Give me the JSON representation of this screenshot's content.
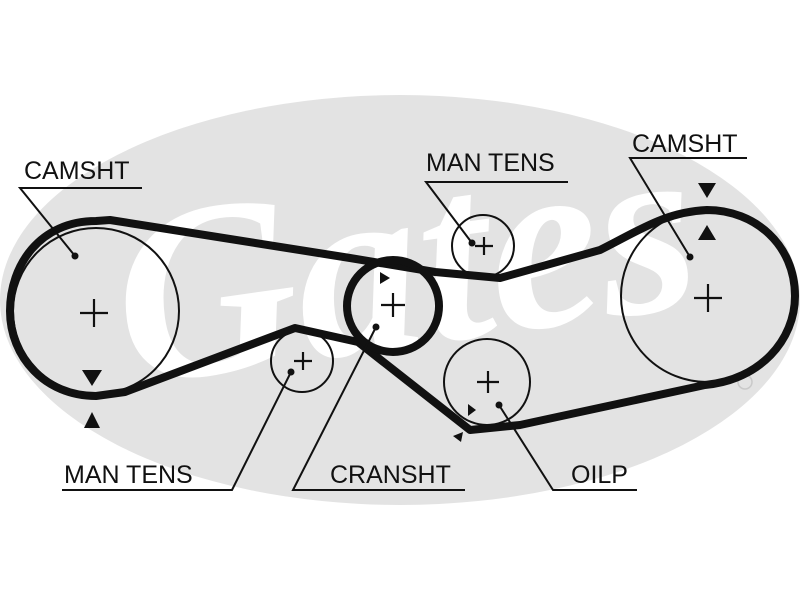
{
  "diagram": {
    "labels": {
      "camshaft_left": "CAMSHT",
      "man_tens_top": "MAN TENS",
      "camshaft_right": "CAMSHT",
      "man_tens_bottom": "MAN TENS",
      "crankshaft": "CRANSHT",
      "oil_pump": "OILP"
    },
    "watermark": "Gates",
    "colors": {
      "ink": "#111111",
      "watermark": "#e3e3e3",
      "background": "#ffffff"
    }
  }
}
